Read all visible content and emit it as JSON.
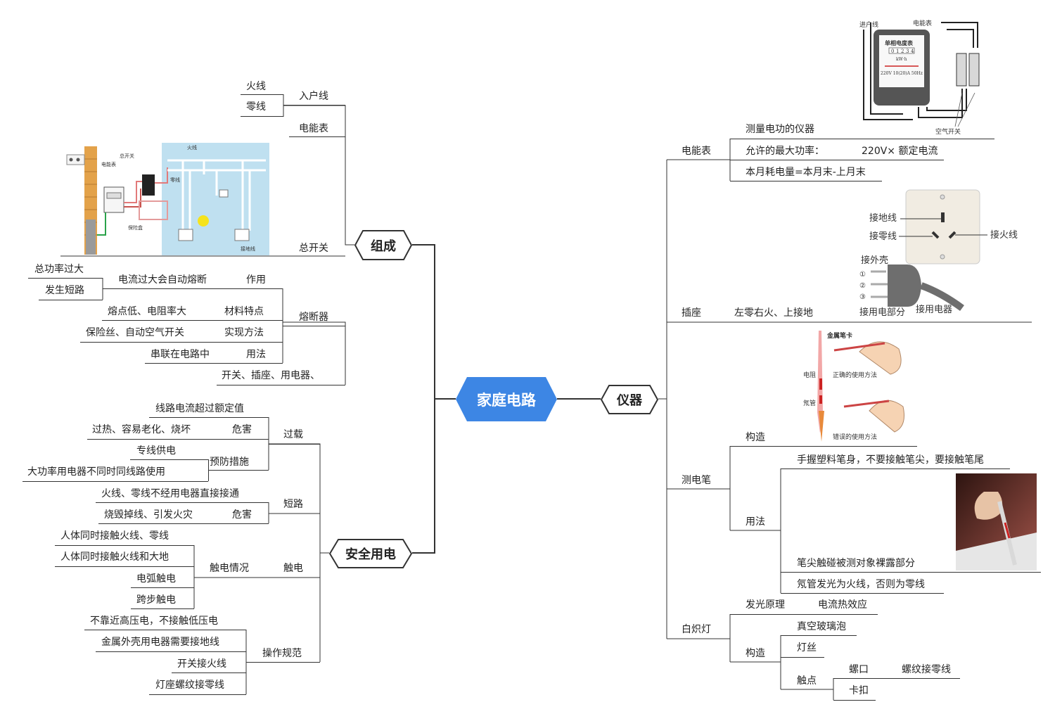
{
  "center": "家庭电路",
  "left": {
    "zucheng": {
      "label": "组成",
      "ruhuxian": "入户线",
      "huoxian": "火线",
      "lingxian": "零线",
      "diannengbiao": "电能表",
      "zongkaiguan": "总开关",
      "rongduanqi": "熔断器",
      "zuoyong": "作用",
      "zuoyong_val": "电流过大会自动熔断",
      "zong_gonglv": "总功率过大",
      "duanlu": "发生短路",
      "cailiao": "材料特点",
      "cailiao_val": "熔点低、电阻率大",
      "shixian": "实现方法",
      "shixian_val": "保险丝、自动空气开关",
      "yongfa": "用法",
      "yongfa_val": "串联在电路中",
      "tail": "开关、插座、用电器、"
    },
    "anquan": {
      "label": "安全用电",
      "guozai": "过载",
      "guozai_cause": "线路电流超过额定值",
      "weihai1": "危害",
      "weihai1_val": "过热、容易老化、烧坏",
      "yufang": "预防措施",
      "yufang_1": "专线供电",
      "yufang_2": "大功率用电器不同时同线路使用",
      "duanlu": "短路",
      "duanlu_cause": "火线、零线不经用电器直接接通",
      "weihai2": "危害",
      "weihai2_val": "烧毁掉线、引发火灾",
      "chudian": "触电",
      "qingkuang": "触电情况",
      "qk1": "人体同时接触火线、零线",
      "qk2": "人体同时接触火线和大地",
      "qk3": "电弧触电",
      "qk4": "跨步触电",
      "guifan": "操作规范",
      "gf1": "不靠近高压电，不接触低压电",
      "gf2": "金属外壳用电器需要接地线",
      "gf3": "开关接火线",
      "gf4": "灯座螺纹接零线"
    }
  },
  "right": {
    "yiqi": "仪器",
    "dnb": {
      "label": "电能表",
      "i1": "测量电功的仪器",
      "i2a": "允许的最大功率：",
      "i2b": "220V× 额定电流",
      "i3": "本月耗电量=本月末-上月末"
    },
    "chazuo": {
      "label": "插座",
      "val": "左零右火、上接地"
    },
    "cedianbi": {
      "label": "测电笔",
      "gouzao": "构造",
      "yongfa": "用法",
      "u1": "手握塑料笔身，不要接触笔尖，要接触笔尾",
      "u2": "笔尖触碰被测对象裸露部分",
      "u3": "氖管发光为火线，否则为零线"
    },
    "baichideng": {
      "label": "白炽灯",
      "yuanli": "发光原理",
      "yuanli_val": "电流热效应",
      "gouzao": "构造",
      "g1": "真空玻璃泡",
      "g2": "灯丝",
      "g3": "触点",
      "luokou": "螺口",
      "luokou_val": "螺纹接零线",
      "kakou": "卡扣"
    }
  },
  "images": {
    "meter": {
      "jinhuxian": "进户线",
      "diannengbiao": "电能表",
      "title": "单相电度表",
      "reading": [
        "0",
        "1",
        "2",
        "3",
        "4"
      ],
      "unit": "kW·h",
      "spec": "220V 10(20)A 50Hz",
      "breaker": "空气开关"
    },
    "wiring": {
      "zongkaiguan": "总开关",
      "diannengbiao": "电能表",
      "baoxianhe": "保险盒",
      "huoxian": "火线",
      "lingxian": "零线",
      "jiedixian": "接地线"
    },
    "socket": {
      "jiedixian": "接地线",
      "jielingxian": "接零线",
      "jiehuoxian": "接火线",
      "jiewaike": "接外壳",
      "jieyongdian": "接用电部分",
      "jieyongdianqi": "接用电器",
      "n1": "①",
      "n2": "②",
      "n3": "③"
    },
    "pen": {
      "bika": "金属笔卡",
      "dianzu": "电阻",
      "naiguan": "氖管",
      "right": "正确的使用方法",
      "wrong": "错误的使用方法"
    }
  }
}
